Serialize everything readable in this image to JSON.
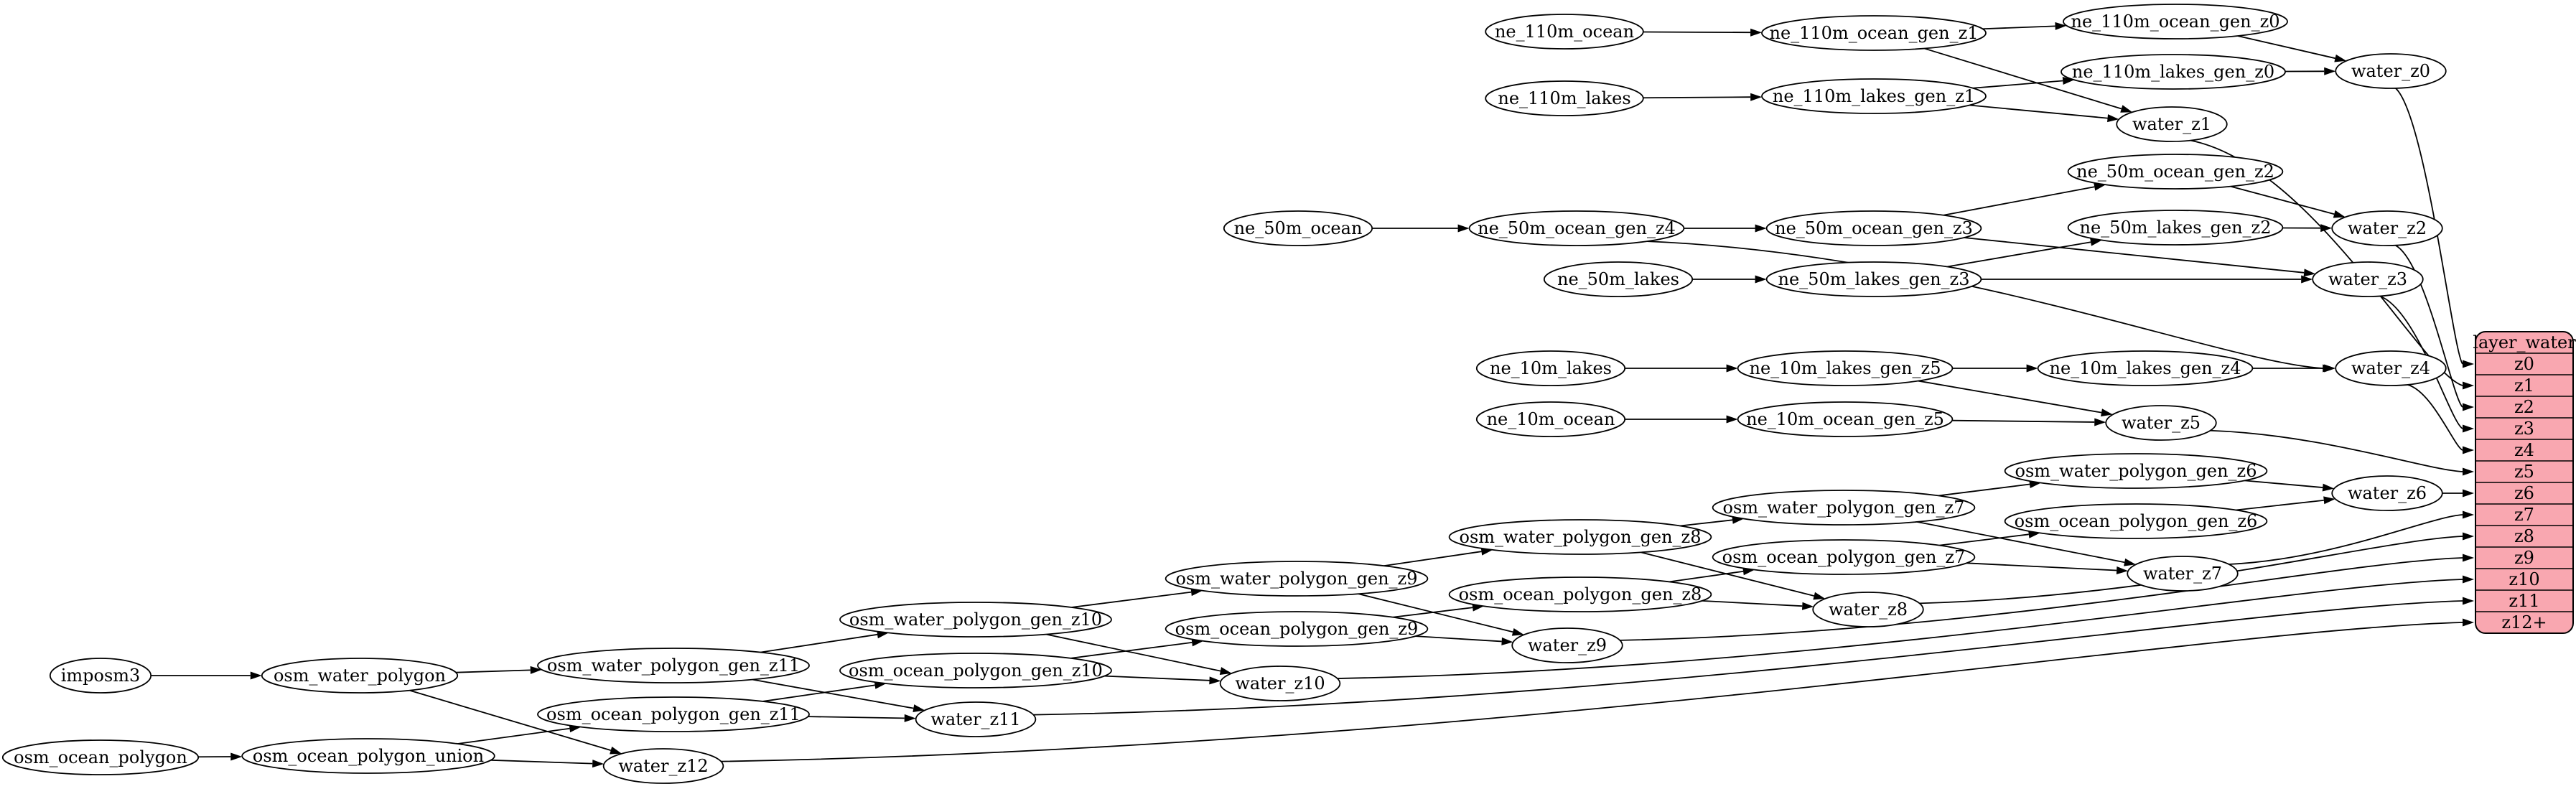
{
  "diagram": {
    "background": "#ffffff",
    "node_style": {
      "fill": "#ffffff",
      "stroke": "#000000"
    },
    "edge_style": {
      "color": "#000000"
    },
    "table": {
      "title": "layer_water",
      "rows": [
        "z0",
        "z1",
        "z2",
        "z3",
        "z4",
        "z5",
        "z6",
        "z7",
        "z8",
        "z9",
        "z10",
        "z11",
        "z12+"
      ],
      "fill": "#f9a7b0",
      "stroke": "#000000"
    },
    "nodes": [
      {
        "id": "ne_110m_ocean",
        "label": "ne_110m_ocean"
      },
      {
        "id": "ne_110m_ocean_gen_z1",
        "label": "ne_110m_ocean_gen_z1"
      },
      {
        "id": "ne_110m_ocean_gen_z0",
        "label": "ne_110m_ocean_gen_z0"
      },
      {
        "id": "water_z0",
        "label": "water_z0"
      },
      {
        "id": "ne_110m_lakes",
        "label": "ne_110m_lakes"
      },
      {
        "id": "ne_110m_lakes_gen_z1",
        "label": "ne_110m_lakes_gen_z1"
      },
      {
        "id": "ne_110m_lakes_gen_z0",
        "label": "ne_110m_lakes_gen_z0"
      },
      {
        "id": "water_z1",
        "label": "water_z1"
      },
      {
        "id": "ne_50m_ocean",
        "label": "ne_50m_ocean"
      },
      {
        "id": "ne_50m_ocean_gen_z4",
        "label": "ne_50m_ocean_gen_z4"
      },
      {
        "id": "ne_50m_ocean_gen_z3",
        "label": "ne_50m_ocean_gen_z3"
      },
      {
        "id": "ne_50m_ocean_gen_z2",
        "label": "ne_50m_ocean_gen_z2"
      },
      {
        "id": "ne_50m_lakes",
        "label": "ne_50m_lakes"
      },
      {
        "id": "ne_50m_lakes_gen_z3",
        "label": "ne_50m_lakes_gen_z3"
      },
      {
        "id": "ne_50m_lakes_gen_z2",
        "label": "ne_50m_lakes_gen_z2"
      },
      {
        "id": "water_z2",
        "label": "water_z2"
      },
      {
        "id": "water_z3",
        "label": "water_z3"
      },
      {
        "id": "ne_10m_lakes",
        "label": "ne_10m_lakes"
      },
      {
        "id": "ne_10m_lakes_gen_z5",
        "label": "ne_10m_lakes_gen_z5"
      },
      {
        "id": "ne_10m_lakes_gen_z4",
        "label": "ne_10m_lakes_gen_z4"
      },
      {
        "id": "water_z4",
        "label": "water_z4"
      },
      {
        "id": "ne_10m_ocean",
        "label": "ne_10m_ocean"
      },
      {
        "id": "ne_10m_ocean_gen_z5",
        "label": "ne_10m_ocean_gen_z5"
      },
      {
        "id": "water_z5",
        "label": "water_z5"
      },
      {
        "id": "osm_water_polygon_gen_z6",
        "label": "osm_water_polygon_gen_z6"
      },
      {
        "id": "water_z6",
        "label": "water_z6"
      },
      {
        "id": "osm_water_polygon_gen_z7",
        "label": "osm_water_polygon_gen_z7"
      },
      {
        "id": "osm_ocean_polygon_gen_z6",
        "label": "osm_ocean_polygon_gen_z6"
      },
      {
        "id": "osm_water_polygon_gen_z8",
        "label": "osm_water_polygon_gen_z8"
      },
      {
        "id": "osm_ocean_polygon_gen_z7",
        "label": "osm_ocean_polygon_gen_z7"
      },
      {
        "id": "water_z7",
        "label": "water_z7"
      },
      {
        "id": "osm_water_polygon_gen_z9",
        "label": "osm_water_polygon_gen_z9"
      },
      {
        "id": "osm_ocean_polygon_gen_z8",
        "label": "osm_ocean_polygon_gen_z8"
      },
      {
        "id": "water_z8",
        "label": "water_z8"
      },
      {
        "id": "osm_water_polygon_gen_z10",
        "label": "osm_water_polygon_gen_z10"
      },
      {
        "id": "osm_ocean_polygon_gen_z9",
        "label": "osm_ocean_polygon_gen_z9"
      },
      {
        "id": "water_z9",
        "label": "water_z9"
      },
      {
        "id": "osm_water_polygon_gen_z11",
        "label": "osm_water_polygon_gen_z11"
      },
      {
        "id": "osm_ocean_polygon_gen_z10",
        "label": "osm_ocean_polygon_gen_z10"
      },
      {
        "id": "water_z10",
        "label": "water_z10"
      },
      {
        "id": "imposm3",
        "label": "imposm3"
      },
      {
        "id": "osm_water_polygon",
        "label": "osm_water_polygon"
      },
      {
        "id": "osm_ocean_polygon_gen_z11",
        "label": "osm_ocean_polygon_gen_z11"
      },
      {
        "id": "water_z11",
        "label": "water_z11"
      },
      {
        "id": "osm_ocean_polygon",
        "label": "osm_ocean_polygon"
      },
      {
        "id": "osm_ocean_polygon_union",
        "label": "osm_ocean_polygon_union"
      },
      {
        "id": "water_z12",
        "label": "water_z12"
      }
    ],
    "edges": [
      {
        "from": "ne_110m_ocean",
        "to": "ne_110m_ocean_gen_z1"
      },
      {
        "from": "ne_110m_ocean_gen_z1",
        "to": "ne_110m_ocean_gen_z0"
      },
      {
        "from": "ne_110m_ocean_gen_z1",
        "to": "water_z1"
      },
      {
        "from": "ne_110m_lakes",
        "to": "ne_110m_lakes_gen_z1"
      },
      {
        "from": "ne_110m_lakes_gen_z1",
        "to": "ne_110m_lakes_gen_z0"
      },
      {
        "from": "ne_110m_lakes_gen_z1",
        "to": "water_z1"
      },
      {
        "from": "ne_110m_ocean_gen_z0",
        "to": "water_z0"
      },
      {
        "from": "ne_110m_lakes_gen_z0",
        "to": "water_z0"
      },
      {
        "from": "water_z0",
        "to": "table:z0"
      },
      {
        "from": "water_z1",
        "to": "table:z1"
      },
      {
        "from": "ne_50m_ocean",
        "to": "ne_50m_ocean_gen_z4"
      },
      {
        "from": "ne_50m_ocean_gen_z4",
        "to": "ne_50m_ocean_gen_z3"
      },
      {
        "from": "ne_50m_ocean_gen_z4",
        "to": "water_z4"
      },
      {
        "from": "ne_50m_ocean_gen_z3",
        "to": "ne_50m_ocean_gen_z2"
      },
      {
        "from": "ne_50m_ocean_gen_z3",
        "to": "water_z3"
      },
      {
        "from": "ne_50m_ocean_gen_z2",
        "to": "water_z2"
      },
      {
        "from": "ne_50m_lakes",
        "to": "ne_50m_lakes_gen_z3"
      },
      {
        "from": "ne_50m_lakes_gen_z3",
        "to": "ne_50m_lakes_gen_z2"
      },
      {
        "from": "ne_50m_lakes_gen_z3",
        "to": "water_z3"
      },
      {
        "from": "ne_50m_lakes_gen_z2",
        "to": "water_z2"
      },
      {
        "from": "water_z2",
        "to": "table:z2"
      },
      {
        "from": "water_z3",
        "to": "table:z3"
      },
      {
        "from": "ne_10m_lakes",
        "to": "ne_10m_lakes_gen_z5"
      },
      {
        "from": "ne_10m_lakes_gen_z5",
        "to": "ne_10m_lakes_gen_z4"
      },
      {
        "from": "ne_10m_lakes_gen_z5",
        "to": "water_z5"
      },
      {
        "from": "ne_10m_lakes_gen_z4",
        "to": "water_z4"
      },
      {
        "from": "ne_10m_ocean",
        "to": "ne_10m_ocean_gen_z5"
      },
      {
        "from": "ne_10m_ocean_gen_z5",
        "to": "water_z5"
      },
      {
        "from": "water_z4",
        "to": "table:z4"
      },
      {
        "from": "water_z5",
        "to": "table:z5"
      },
      {
        "from": "imposm3",
        "to": "osm_water_polygon"
      },
      {
        "from": "osm_water_polygon",
        "to": "osm_water_polygon_gen_z11"
      },
      {
        "from": "osm_water_polygon",
        "to": "water_z12"
      },
      {
        "from": "osm_ocean_polygon",
        "to": "osm_ocean_polygon_union"
      },
      {
        "from": "osm_ocean_polygon_union",
        "to": "osm_ocean_polygon_gen_z11"
      },
      {
        "from": "osm_ocean_polygon_union",
        "to": "water_z12"
      },
      {
        "from": "osm_water_polygon_gen_z11",
        "to": "osm_water_polygon_gen_z10"
      },
      {
        "from": "osm_water_polygon_gen_z11",
        "to": "water_z11"
      },
      {
        "from": "osm_ocean_polygon_gen_z11",
        "to": "osm_ocean_polygon_gen_z10"
      },
      {
        "from": "osm_ocean_polygon_gen_z11",
        "to": "water_z11"
      },
      {
        "from": "osm_water_polygon_gen_z10",
        "to": "osm_water_polygon_gen_z9"
      },
      {
        "from": "osm_water_polygon_gen_z10",
        "to": "water_z10"
      },
      {
        "from": "osm_ocean_polygon_gen_z10",
        "to": "osm_ocean_polygon_gen_z9"
      },
      {
        "from": "osm_ocean_polygon_gen_z10",
        "to": "water_z10"
      },
      {
        "from": "osm_water_polygon_gen_z9",
        "to": "osm_water_polygon_gen_z8"
      },
      {
        "from": "osm_water_polygon_gen_z9",
        "to": "water_z9"
      },
      {
        "from": "osm_ocean_polygon_gen_z9",
        "to": "osm_ocean_polygon_gen_z8"
      },
      {
        "from": "osm_ocean_polygon_gen_z9",
        "to": "water_z9"
      },
      {
        "from": "osm_water_polygon_gen_z8",
        "to": "osm_water_polygon_gen_z7"
      },
      {
        "from": "osm_water_polygon_gen_z8",
        "to": "water_z8"
      },
      {
        "from": "osm_ocean_polygon_gen_z8",
        "to": "osm_ocean_polygon_gen_z7"
      },
      {
        "from": "osm_ocean_polygon_gen_z8",
        "to": "water_z8"
      },
      {
        "from": "osm_water_polygon_gen_z7",
        "to": "osm_water_polygon_gen_z6"
      },
      {
        "from": "osm_water_polygon_gen_z7",
        "to": "water_z7"
      },
      {
        "from": "osm_ocean_polygon_gen_z7",
        "to": "osm_ocean_polygon_gen_z6"
      },
      {
        "from": "osm_ocean_polygon_gen_z7",
        "to": "water_z7"
      },
      {
        "from": "osm_water_polygon_gen_z6",
        "to": "water_z6"
      },
      {
        "from": "osm_ocean_polygon_gen_z6",
        "to": "water_z6"
      },
      {
        "from": "water_z6",
        "to": "table:z6"
      },
      {
        "from": "water_z7",
        "to": "table:z7"
      },
      {
        "from": "water_z8",
        "to": "table:z8"
      },
      {
        "from": "water_z9",
        "to": "table:z9"
      },
      {
        "from": "water_z10",
        "to": "table:z10"
      },
      {
        "from": "water_z11",
        "to": "table:z11"
      },
      {
        "from": "water_z12",
        "to": "table:z12+"
      }
    ]
  }
}
